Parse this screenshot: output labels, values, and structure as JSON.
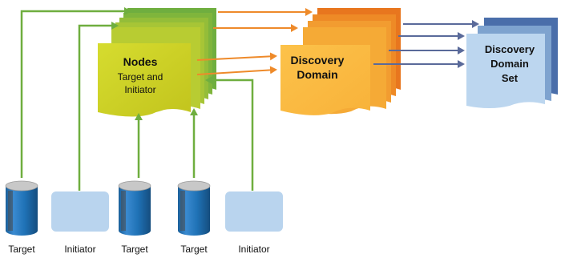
{
  "nodes_box": {
    "title": "Nodes",
    "line2": "Target and",
    "line3": "Initiator"
  },
  "discovery_domain": {
    "line1": "Discovery",
    "line2": "Domain"
  },
  "discovery_domain_set": {
    "line1": "Discovery",
    "line2": "Domain",
    "line3": "Set"
  },
  "devices": [
    {
      "type": "target",
      "label": "Target"
    },
    {
      "type": "initiator",
      "label": "Initiator"
    },
    {
      "type": "target",
      "label": "Target"
    },
    {
      "type": "target",
      "label": "Target"
    },
    {
      "type": "initiator",
      "label": "Initiator"
    }
  ],
  "colors": {
    "green_arrow": "#6fae3f",
    "orange_arrow": "#ee8a2a",
    "blue_arrow": "#5a6a9a",
    "nodes_green": "#c8cf2a",
    "domain_orange": "#f9b43a",
    "set_blue": "#b8d3ee",
    "cylinder_blue": "#1f72b6",
    "initiator_box": "#b9d4ee"
  }
}
